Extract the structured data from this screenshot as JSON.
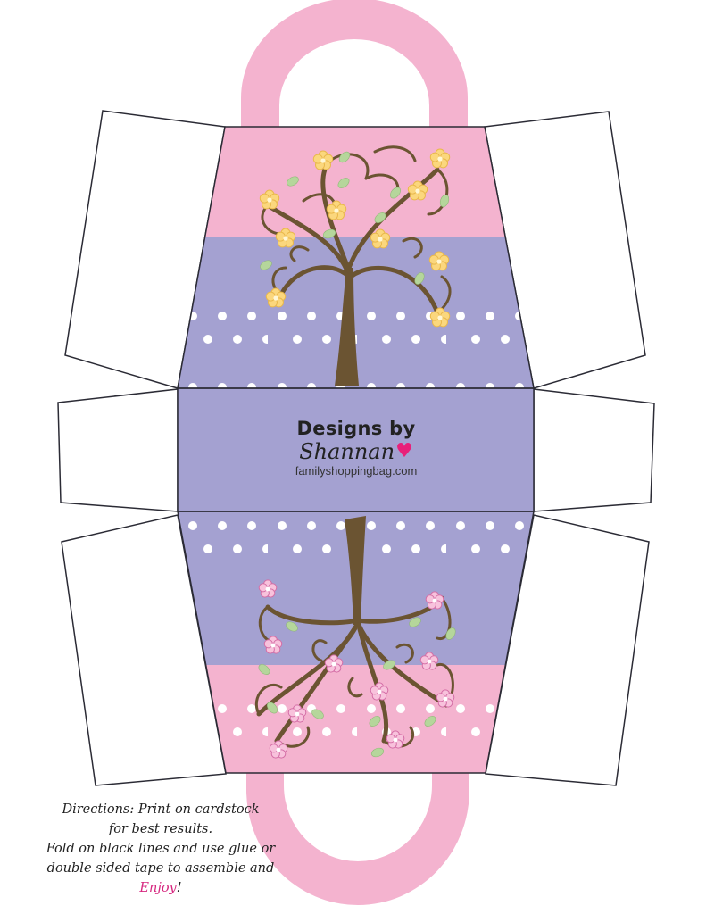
{
  "document": {
    "type": "printable gift bag template",
    "colors": {
      "pink": "#f4b3cf",
      "lavender": "#a4a1d1",
      "tree_brown": "#6b5432",
      "leaf_green": "#b5d69b",
      "flower_yellow": "#fbd77d",
      "flower_pink": "#f4a7cc",
      "outline": "#2b2b35",
      "dot_white": "#ffffff",
      "enjoy_pink": "#d6277f",
      "heart_pink": "#e8207a"
    }
  },
  "branding": {
    "title": "Designs by",
    "name": "Shannan",
    "heart_icon": "heart-icon",
    "url": "familyshoppingbag.com"
  },
  "directions": {
    "line1": "Directions: Print on cardstock",
    "line2": "for best results.",
    "line3": "Fold on black lines and use glue or",
    "line4": "double sided tape to assemble and",
    "enjoy": "Enjoy",
    "exclaim": "!"
  }
}
